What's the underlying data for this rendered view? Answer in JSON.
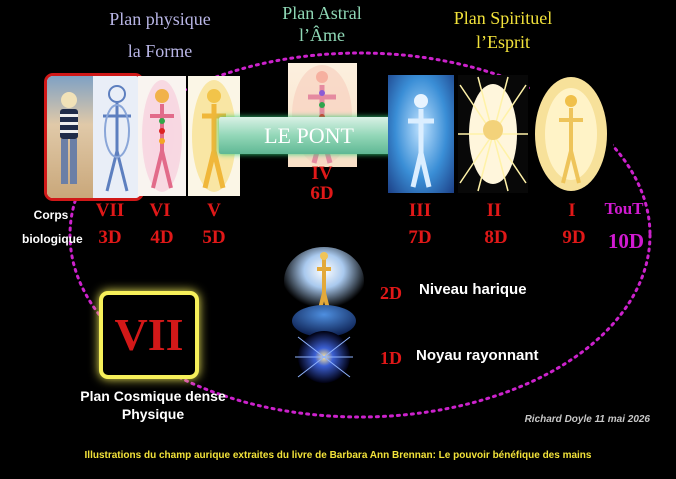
{
  "headers": {
    "physique": [
      "Plan physique",
      "la Forme"
    ],
    "astral": [
      "Plan Astral",
      "l’Âme"
    ],
    "spirituel": [
      "Plan Spirituel",
      "l’Esprit"
    ]
  },
  "bridge_label": "LE PONT",
  "corps_label": [
    "Corps",
    "biologique"
  ],
  "levels": [
    {
      "roman": "VII",
      "dim": "3D"
    },
    {
      "roman": "VI",
      "dim": "4D"
    },
    {
      "roman": "V",
      "dim": "5D"
    },
    {
      "roman": "IV",
      "dim": "6D"
    },
    {
      "roman": "III",
      "dim": "7D"
    },
    {
      "roman": "II",
      "dim": "8D"
    },
    {
      "roman": "I",
      "dim": "9D"
    },
    {
      "roman": "TouT",
      "dim": "10D"
    }
  ],
  "lower_levels": [
    {
      "dim": "2D",
      "label": "Niveau harique"
    },
    {
      "dim": "1D",
      "label": "Noyau rayonnant"
    }
  ],
  "box": {
    "roman": "VII",
    "caption": [
      "Plan Cosmique dense",
      "Physique"
    ]
  },
  "credit": "Richard Doyle 11 mai 2026",
  "footer": "Illustrations du champ aurique extraites du livre de Barbara Ann Brennan: Le pouvoir bénéfique des mains",
  "colors": {
    "physique_header": "#b9b6e6",
    "astral_header": "#8fd8b6",
    "spirituel_header": "#f2e23a",
    "roman_red": "#e01818",
    "tout_magenta": "#d11ad1",
    "dotted_ellipse": "#cc22cc",
    "footer_yellow": "#f2e23a",
    "box_yellow": "#f7f05a"
  }
}
